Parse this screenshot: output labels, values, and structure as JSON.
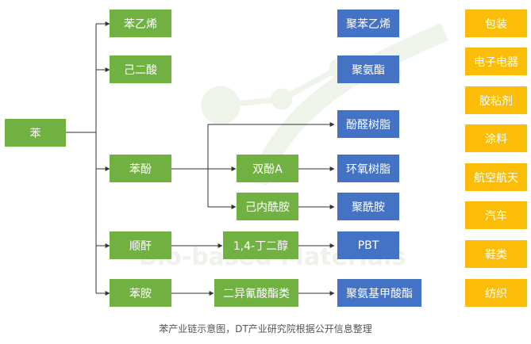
{
  "nodes": {
    "benzene": "苯",
    "styrene": "苯乙烯",
    "adipic_acid": "己二酸",
    "phenol": "苯酚",
    "maleic_anhydride": "顺酐",
    "aniline": "苯胺",
    "bisphenol_a": "双酚A",
    "caprolactam": "己内酰胺",
    "butanediol": "1,4-丁二醇",
    "diisocyanate": "二异氰酸酯类"
  },
  "products": {
    "polystyrene": "聚苯乙烯",
    "polyurethane_ester": "聚氨酯",
    "phenolic_resin": "酚醛树脂",
    "epoxy_resin": "环氧树脂",
    "polyamide": "聚酰胺",
    "pbt": "PBT",
    "polyurethane": "聚氨基甲酸酯"
  },
  "applications": [
    "包装",
    "电子电器",
    "胶粘剂",
    "涂料",
    "航空航天",
    "汽车",
    "鞋类",
    "纺织"
  ],
  "watermark": "Bio-based Materials",
  "caption": "苯产业链示意图，DT产业研究院根据公开信息整理",
  "colors": {
    "green": "#70b142",
    "blue": "#4472c4",
    "orange": "#fbbd08"
  }
}
